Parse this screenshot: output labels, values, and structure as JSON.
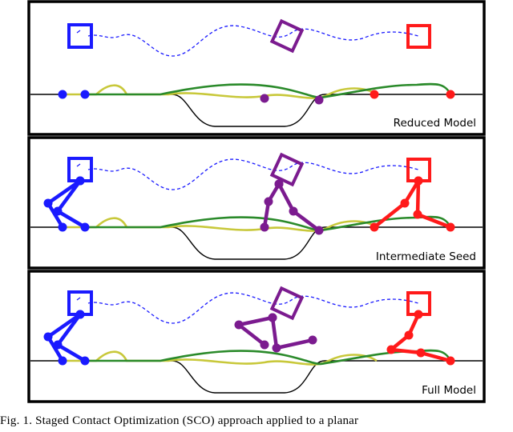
{
  "panels": [
    {
      "label": "Reduced Model",
      "pose": "none"
    },
    {
      "label": "Intermediate Seed",
      "pose": "intermediate"
    },
    {
      "label": "Full Model",
      "pose": "full"
    }
  ],
  "caption": "Fig. 1.   Staged Contact Optimization (SCO) approach applied to a planar",
  "colors": {
    "start": "#1a1aff",
    "middle": "#7b1b8f",
    "end": "#ff1a1a",
    "trajectory": "#1a1aff",
    "foot_a": "#c8c83a",
    "foot_b": "#2a8a2a",
    "ground": "#000000",
    "border": "#000000"
  }
}
